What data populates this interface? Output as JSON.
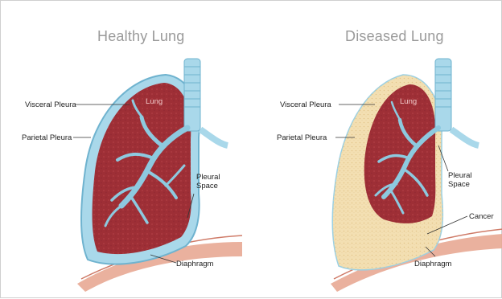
{
  "titles": {
    "healthy": "Healthy Lung",
    "diseased": "Diseased Lung"
  },
  "labels": {
    "visceral": "Visceral Pleura",
    "parietal": "Parietal Pleura",
    "lung": "Lung",
    "pleural_space_1": "Pleural",
    "pleural_space_2": "Space",
    "diaphragm": "Diaphragm",
    "cancer": "Cancer"
  },
  "colors": {
    "lung": "#9e2f36",
    "pleura": "#9bd0e3",
    "bronchi": "#7fc0d8",
    "cancer": "#f3dfb2",
    "diaphragm": "#e3a08c"
  }
}
